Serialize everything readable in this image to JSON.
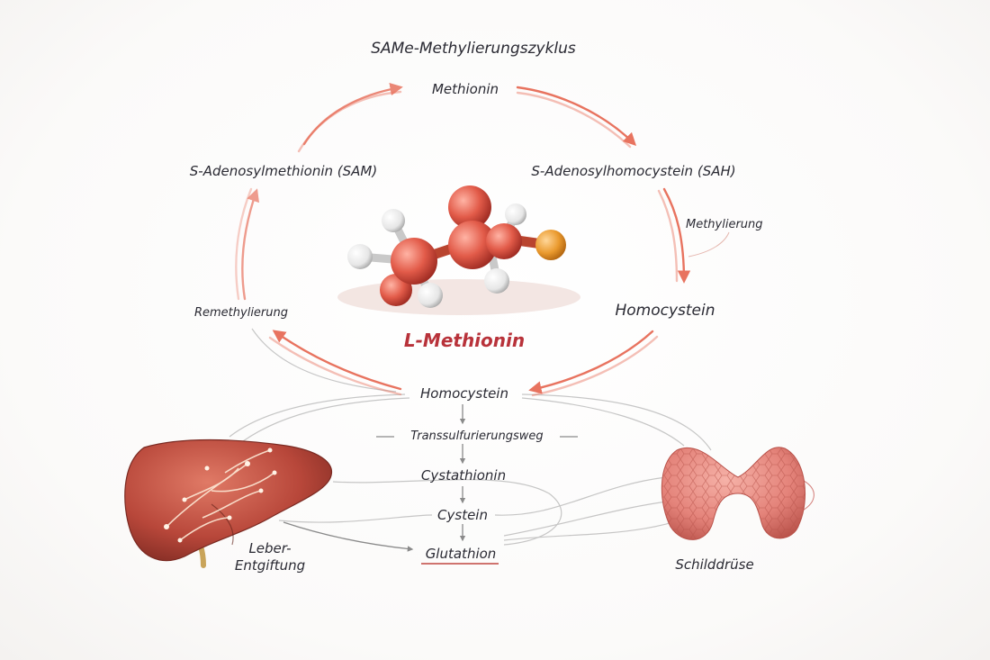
{
  "title": "SAMe-Methylierungszyklus",
  "cycle": {
    "methionine": "Methionin",
    "sah": "S-Adenosylhomocystein (SAH)",
    "methylation": "Methylierung",
    "homocysteine": "Homocystein",
    "remethylation": "Remethylierung",
    "sam": "S-Adenosylmethionin (SAM)"
  },
  "center_label": "L-Methionin",
  "pathway": {
    "homocysteine": "Homocystein",
    "transsulfuration": "Transsulfurierungsweg",
    "cystathionine": "Cystathionin",
    "cysteine": "Cystein",
    "glutathione": "Glutathion"
  },
  "organs": {
    "liver_line1": "Leber-",
    "liver_line2": "Entgiftung",
    "thyroid": "Schilddrüse"
  },
  "colors": {
    "arrow": "#e8735f",
    "molecule_red": "#e05a48",
    "sulfur": "#e99a2c",
    "hydrogen": "#f1f1f1",
    "liver": "#b8483a",
    "thyroid": "#e4837a",
    "accent_text": "#b8323a",
    "text": "#2a2a33"
  },
  "icons": [
    "molecule-icon",
    "liver-icon",
    "thyroid-icon"
  ]
}
